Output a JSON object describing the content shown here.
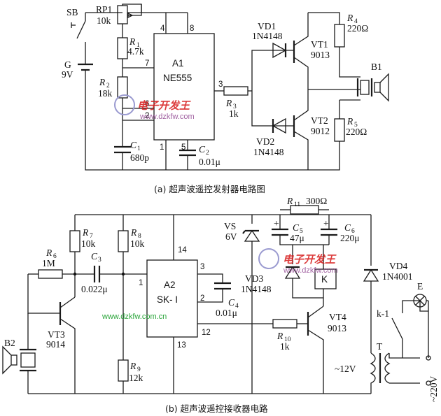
{
  "captions": {
    "a": "(a) 超声波遥控发射器电路图",
    "b": "(b)  超声波遥控接收器电路"
  },
  "watermark": {
    "brand_cn": "电子开发王",
    "url_a": "www.dzkfw.com",
    "url_b": "www.dzkfw.com",
    "url_c": "www.dzkfw.com.cn",
    "color_red": "#d61a1a",
    "color_green": "#2aa53a"
  },
  "transmitter": {
    "sb": "SB",
    "rp1": "RP1",
    "rp1_val": "10k",
    "r1": "R",
    "r1_sub": "1",
    "r1_val": "4.7k",
    "r2": "R",
    "r2_sub": "2",
    "r2_val": "18k",
    "g": "G",
    "g_val": "9V",
    "c1": "C",
    "c1_sub": "1",
    "c1_val": "680p",
    "a1": "A1",
    "a1_chip": "NE555",
    "pin4": "4",
    "pin8": "8",
    "pin7": "7",
    "pin6": "6",
    "pin2": "2",
    "pin3": "3",
    "pin1": "1",
    "pin5": "5",
    "c2": "C",
    "c2_sub": "2",
    "c2_val": "0.01μ",
    "r3": "R",
    "r3_sub": "3",
    "r3_val": "1k",
    "vd1": "VD1",
    "vd1_val": "1N4148",
    "vd2": "VD2",
    "vd2_val": "1N4148",
    "vt1": "VT1",
    "vt1_val": "9013",
    "vt2": "VT2",
    "vt2_val": "9012",
    "r4": "R",
    "r4_sub": "4",
    "r4_val": "220Ω",
    "r5": "R",
    "r5_sub": "5",
    "r5_val": "220Ω",
    "b1": "B1"
  },
  "receiver": {
    "r7": "R",
    "r7_sub": "7",
    "r7_val": "10k",
    "r8": "R",
    "r8_sub": "8",
    "r8_val": "10k",
    "r6": "R",
    "r6_sub": "6",
    "r6_val": "1M",
    "c3": "C",
    "c3_sub": "3",
    "c3_val": "0.022μ",
    "vt3": "VT3",
    "vt3_val": "9014",
    "b2": "B2",
    "a2": "A2",
    "a2_chip": "SK- I",
    "pin14": "14",
    "pin3": "3",
    "pin1": "1",
    "pin2": "2",
    "pin13": "13",
    "pin12": "12",
    "c4": "C",
    "c4_sub": "4",
    "c4_val": "0.01μ",
    "r9": "R",
    "r9_sub": "9",
    "r9_val": "12k",
    "r11": "R",
    "r11_sub": "11",
    "r11_val": "300Ω",
    "vs": "VS",
    "vs_val": "6V",
    "c5": "C",
    "c5_sub": "5",
    "c5_val": "47μ",
    "c6": "C",
    "c6_sub": "6",
    "c6_val": "220μ",
    "plus": "+",
    "vd3": "VD3",
    "vd3_val": "1N4148",
    "k": "K",
    "vd4": "VD4",
    "vd4_val": "1N4001",
    "r10": "R",
    "r10_sub": "10",
    "r10_val": "1k",
    "vt4": "VT4",
    "vt4_val": "9013",
    "v12": "~12V",
    "t": "T",
    "k1": "k-1",
    "e": "E",
    "v220": "~220V"
  }
}
